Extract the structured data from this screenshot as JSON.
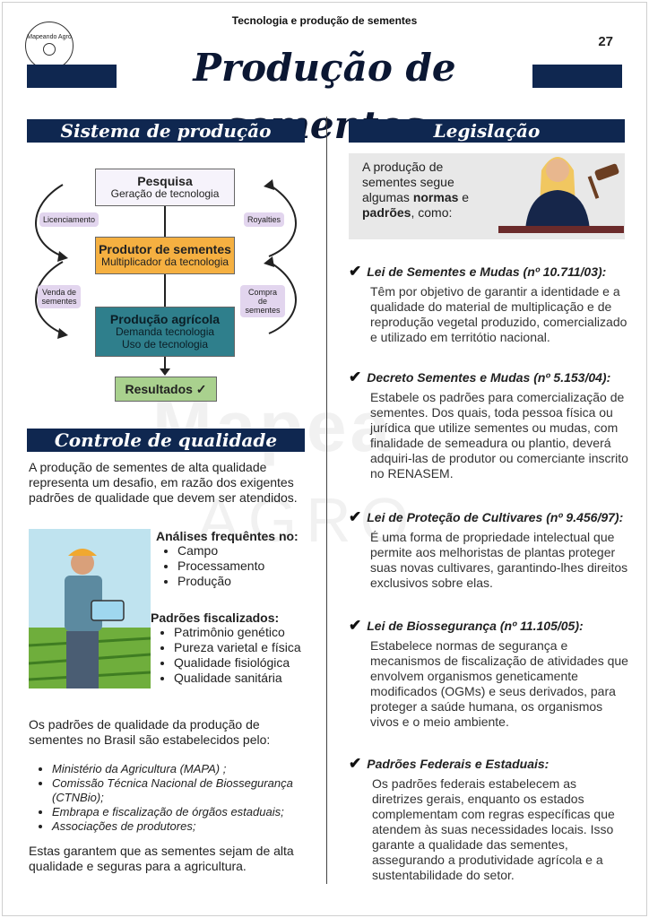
{
  "header": {
    "top_title": "Tecnologia e produção de sementes",
    "page_number": "27",
    "logo_text": "Mapeando Agro",
    "main_title": "Produção de sementes"
  },
  "watermark": {
    "line1": "Mapea",
    "line2": "AGRO"
  },
  "sistema": {
    "title": "Sistema de produção",
    "pesquisa": {
      "title": "Pesquisa",
      "sub": "Geração de tecnologia"
    },
    "produtor": {
      "title": "Produtor de sementes",
      "sub": "Multiplicador da tecnologia"
    },
    "producao": {
      "title": "Produção agrícola",
      "sub1": "Demanda tecnologia",
      "sub2": "Uso de tecnologia"
    },
    "resultados": "Resultados ✓",
    "labels": {
      "licenciamento": "Licenciamento",
      "royalties": "Royalties",
      "venda": "Venda de sementes",
      "compra": "Compra de sementes"
    },
    "colors": {
      "pesquisa": "#f6f3fb",
      "produtor": "#f5b041",
      "producao": "#2f7f8c",
      "resultados": "#a9d18e"
    }
  },
  "controle": {
    "title": "Controle de qualidade",
    "intro": "A produção de sementes de alta qualidade representa um desafio, em razão dos exigentes padrões de qualidade que devem ser atendidos.",
    "analises_title": "Análises frequêntes no:",
    "analises": [
      "Campo",
      "Processamento",
      "Produção"
    ],
    "padroes_title": "Padrões fiscalizados:",
    "padroes": [
      "Patrimônio genético",
      "Pureza varietal e física",
      "Qualidade fisiológica",
      "Qualidade sanitária"
    ],
    "estabelecidos": "Os padrões de qualidade da produção de sementes no Brasil são estabelecidos pelo:",
    "orgaos": [
      "Ministério da Agricultura (MAPA) ;",
      "Comissão Técnica Nacional de Biossegurança (CTNBio);",
      "Embrapa e fiscalização de órgãos estaduais;",
      "Associações de produtores;"
    ],
    "conclusao": "Estas garantem que as sementes sejam de alta qualidade e seguras para a agricultura."
  },
  "legislacao": {
    "title": "Legislação",
    "intro_1": "A produção de sementes segue algumas ",
    "intro_b1": "normas",
    "intro_2": " e ",
    "intro_b2": "padrões",
    "intro_3": ", como:",
    "laws": [
      {
        "title": "Lei de Sementes e Mudas (nº 10.711/03):",
        "text": "Têm por objetivo de garantir a identidade e a qualidade do material de multiplicação e de reprodução vegetal produzido, comercializado e utilizado em territótio nacional."
      },
      {
        "title": "Decreto Sementes e Mudas (nº 5.153/04):",
        "text": "Estabele os padrões para comercialização de sementes. Dos quais, toda pessoa física ou jurídica que utilize sementes ou mudas, com finalidade de semeadura ou plantio, deverá adquiri-las de produtor ou comerciante inscrito no RENASEM."
      },
      {
        "title": "Lei de Proteção de Cultivares (nº 9.456/97):",
        "text": "É uma forma de propriedade intelectual que permite aos melhoristas de plantas proteger suas novas cultivares, garantindo-lhes direitos exclusivos sobre elas."
      },
      {
        "title": "Lei de Biossegurança (nº 11.105/05):",
        "text": "Estabelece normas de segurança e mecanismos de fiscalização de atividades que envolvem organismos geneticamente modificados (OGMs) e seus derivados, para proteger a saúde humana, os organismos vivos e o meio ambiente."
      },
      {
        "title": "Padrões Federais e Estaduais:",
        "text": "Os padrões federais estabelecem as diretrizes gerais, enquanto os estados complementam com regras específicas que atendem às suas necessidades locais. Isso garante a qualidade das sementes, assegurando a produtividade agrícola e a sustentabilidade do setor."
      }
    ]
  }
}
